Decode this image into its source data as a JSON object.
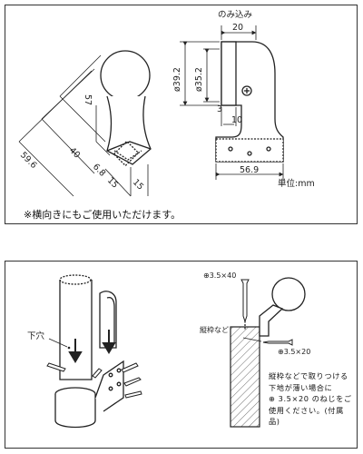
{
  "top_panel": {
    "note": "※横向きにもご使用いただけます。",
    "unit_label": "単位:mm",
    "dims": {
      "inset_label": "のみ込み",
      "inset_value": "20",
      "outer_dia": "ø39.2",
      "inner_dia": "ø35.2",
      "gap_3": "3",
      "gap_10": "10",
      "base_width": "56.9",
      "height_57": "57",
      "height_59_6": "59.6",
      "depth_40": "40",
      "foot_6_8": "6.8",
      "foot_15a": "15",
      "foot_15b": "15"
    }
  },
  "bottom_panel": {
    "pilot_hole_label": "下穴",
    "frame_label": "縦枠など",
    "screw_top": "⊕3.5×40",
    "screw_side": "⊕3.5×20",
    "note_lines": [
      "縦枠などで取りつける",
      "下地が薄い場合に",
      "⊕ 3.5×20 のねじをご",
      "使用ください。(付属",
      "品)"
    ]
  }
}
